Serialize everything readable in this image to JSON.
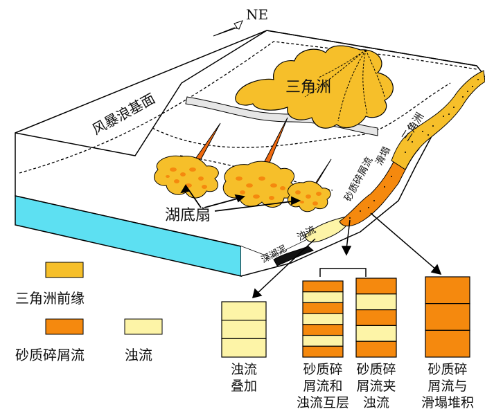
{
  "diagram": {
    "compass_label": "NE",
    "storm_wave_base_label": "风暴浪基面",
    "delta_label": "三角洲",
    "delta_slope_label": "三角洲",
    "lake_fan_label": "湖底扇",
    "slump_label": "砂质碎屑流",
    "slump_label_2": "滑塌",
    "turbidite_label": "浊流",
    "deep_mud_label": "深湖泥"
  },
  "legend": {
    "items": [
      {
        "key": "delta_front",
        "label": "三角洲前缘",
        "color": "#f6bf2a"
      },
      {
        "key": "sandy_debris",
        "label": "砂质碎屑流",
        "color": "#f5890e"
      },
      {
        "key": "turbidite",
        "label": "浊流",
        "color": "#fdf4a7"
      }
    ]
  },
  "columns": [
    {
      "key": "turbidite_stack",
      "caption_lines": [
        "浊流",
        "叠加"
      ],
      "layers": [
        "turbidite",
        "turbidite",
        "turbidite"
      ]
    },
    {
      "key": "interbedded",
      "caption_lines": [
        "砂质碎",
        "屑流和",
        "浊流互层"
      ],
      "layers": [
        "sandy_debris",
        "turbidite",
        "sandy_debris",
        "turbidite",
        "sandy_debris",
        "turbidite",
        "sandy_debris"
      ]
    },
    {
      "key": "with_turbidite",
      "caption_lines": [
        "砂质碎",
        "屑流夹",
        "浊流"
      ],
      "layers": [
        "sandy_debris",
        "turbidite",
        "sandy_debris",
        "turbidite",
        "sandy_debris"
      ]
    },
    {
      "key": "with_slump",
      "caption_lines": [
        "砂质碎",
        "屑流与",
        "滑塌堆积"
      ],
      "layers": [
        "sandy_debris",
        "sandy_debris",
        "sandy_debris"
      ]
    }
  ],
  "colors": {
    "cyan_face": "#5de0f2",
    "delta_front": "#f6bf2a",
    "sandy_debris": "#f5890e",
    "turbidite": "#fdf4a7",
    "fan_tip": "#f06a10",
    "deep_mud": "#111111"
  }
}
